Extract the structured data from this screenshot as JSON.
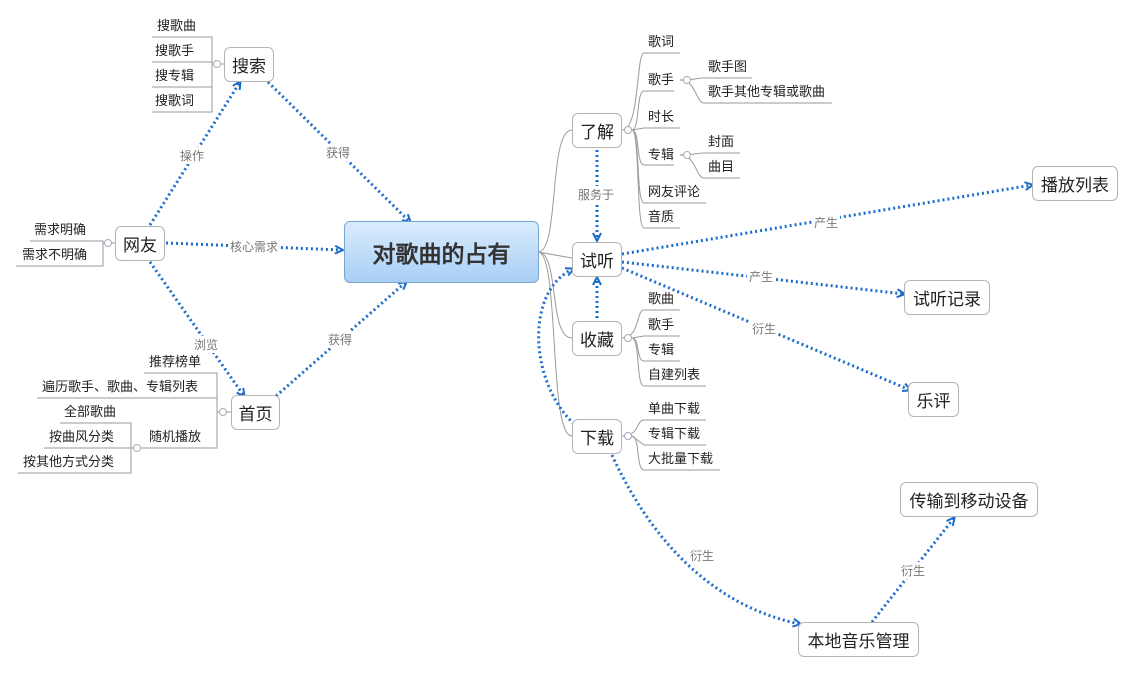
{
  "central": "对歌曲的占有",
  "nodes": {
    "wangyou": "网友",
    "sousuo": "搜索",
    "shouye": "首页",
    "liaojie": "了解",
    "shiting": "试听",
    "shoucang": "收藏",
    "xiazai": "下载",
    "bofang": "播放列表",
    "jilu": "试听记录",
    "yueping": "乐评",
    "chuanshu": "传输到移动设备",
    "bendi": "本地音乐管理"
  },
  "leaves": {
    "search": [
      "搜歌曲",
      "搜歌手",
      "搜专辑",
      "搜歌词"
    ],
    "user": [
      "需求明确",
      "需求不明确"
    ],
    "home": [
      "推荐榜单",
      "遍历歌手、歌曲、专辑列表",
      "随机播放"
    ],
    "random": [
      "全部歌曲",
      "按曲风分类",
      "按其他方式分类"
    ],
    "know": [
      "歌词",
      "歌手",
      "时长",
      "专辑",
      "网友评论",
      "音质"
    ],
    "singer": [
      "歌手图",
      "歌手其他专辑或歌曲"
    ],
    "album": [
      "封面",
      "曲目"
    ],
    "fav": [
      "歌曲",
      "歌手",
      "专辑",
      "自建列表"
    ],
    "dl": [
      "单曲下载",
      "专辑下载",
      "大批量下载"
    ]
  },
  "relations": {
    "caozuo": "操作",
    "huode1": "获得",
    "hexin": "核心需求",
    "liulan": "浏览",
    "huode2": "获得",
    "fuwu": "服务于",
    "chansheng1": "产生",
    "chansheng2": "产生",
    "yansheng1": "衍生",
    "yansheng2": "衍生",
    "yansheng3": "衍生"
  },
  "colors": {
    "relation": "#1a6ccc",
    "central_top": "#d9ecfd",
    "central_bottom": "#a9cff5",
    "line": "#999999"
  }
}
